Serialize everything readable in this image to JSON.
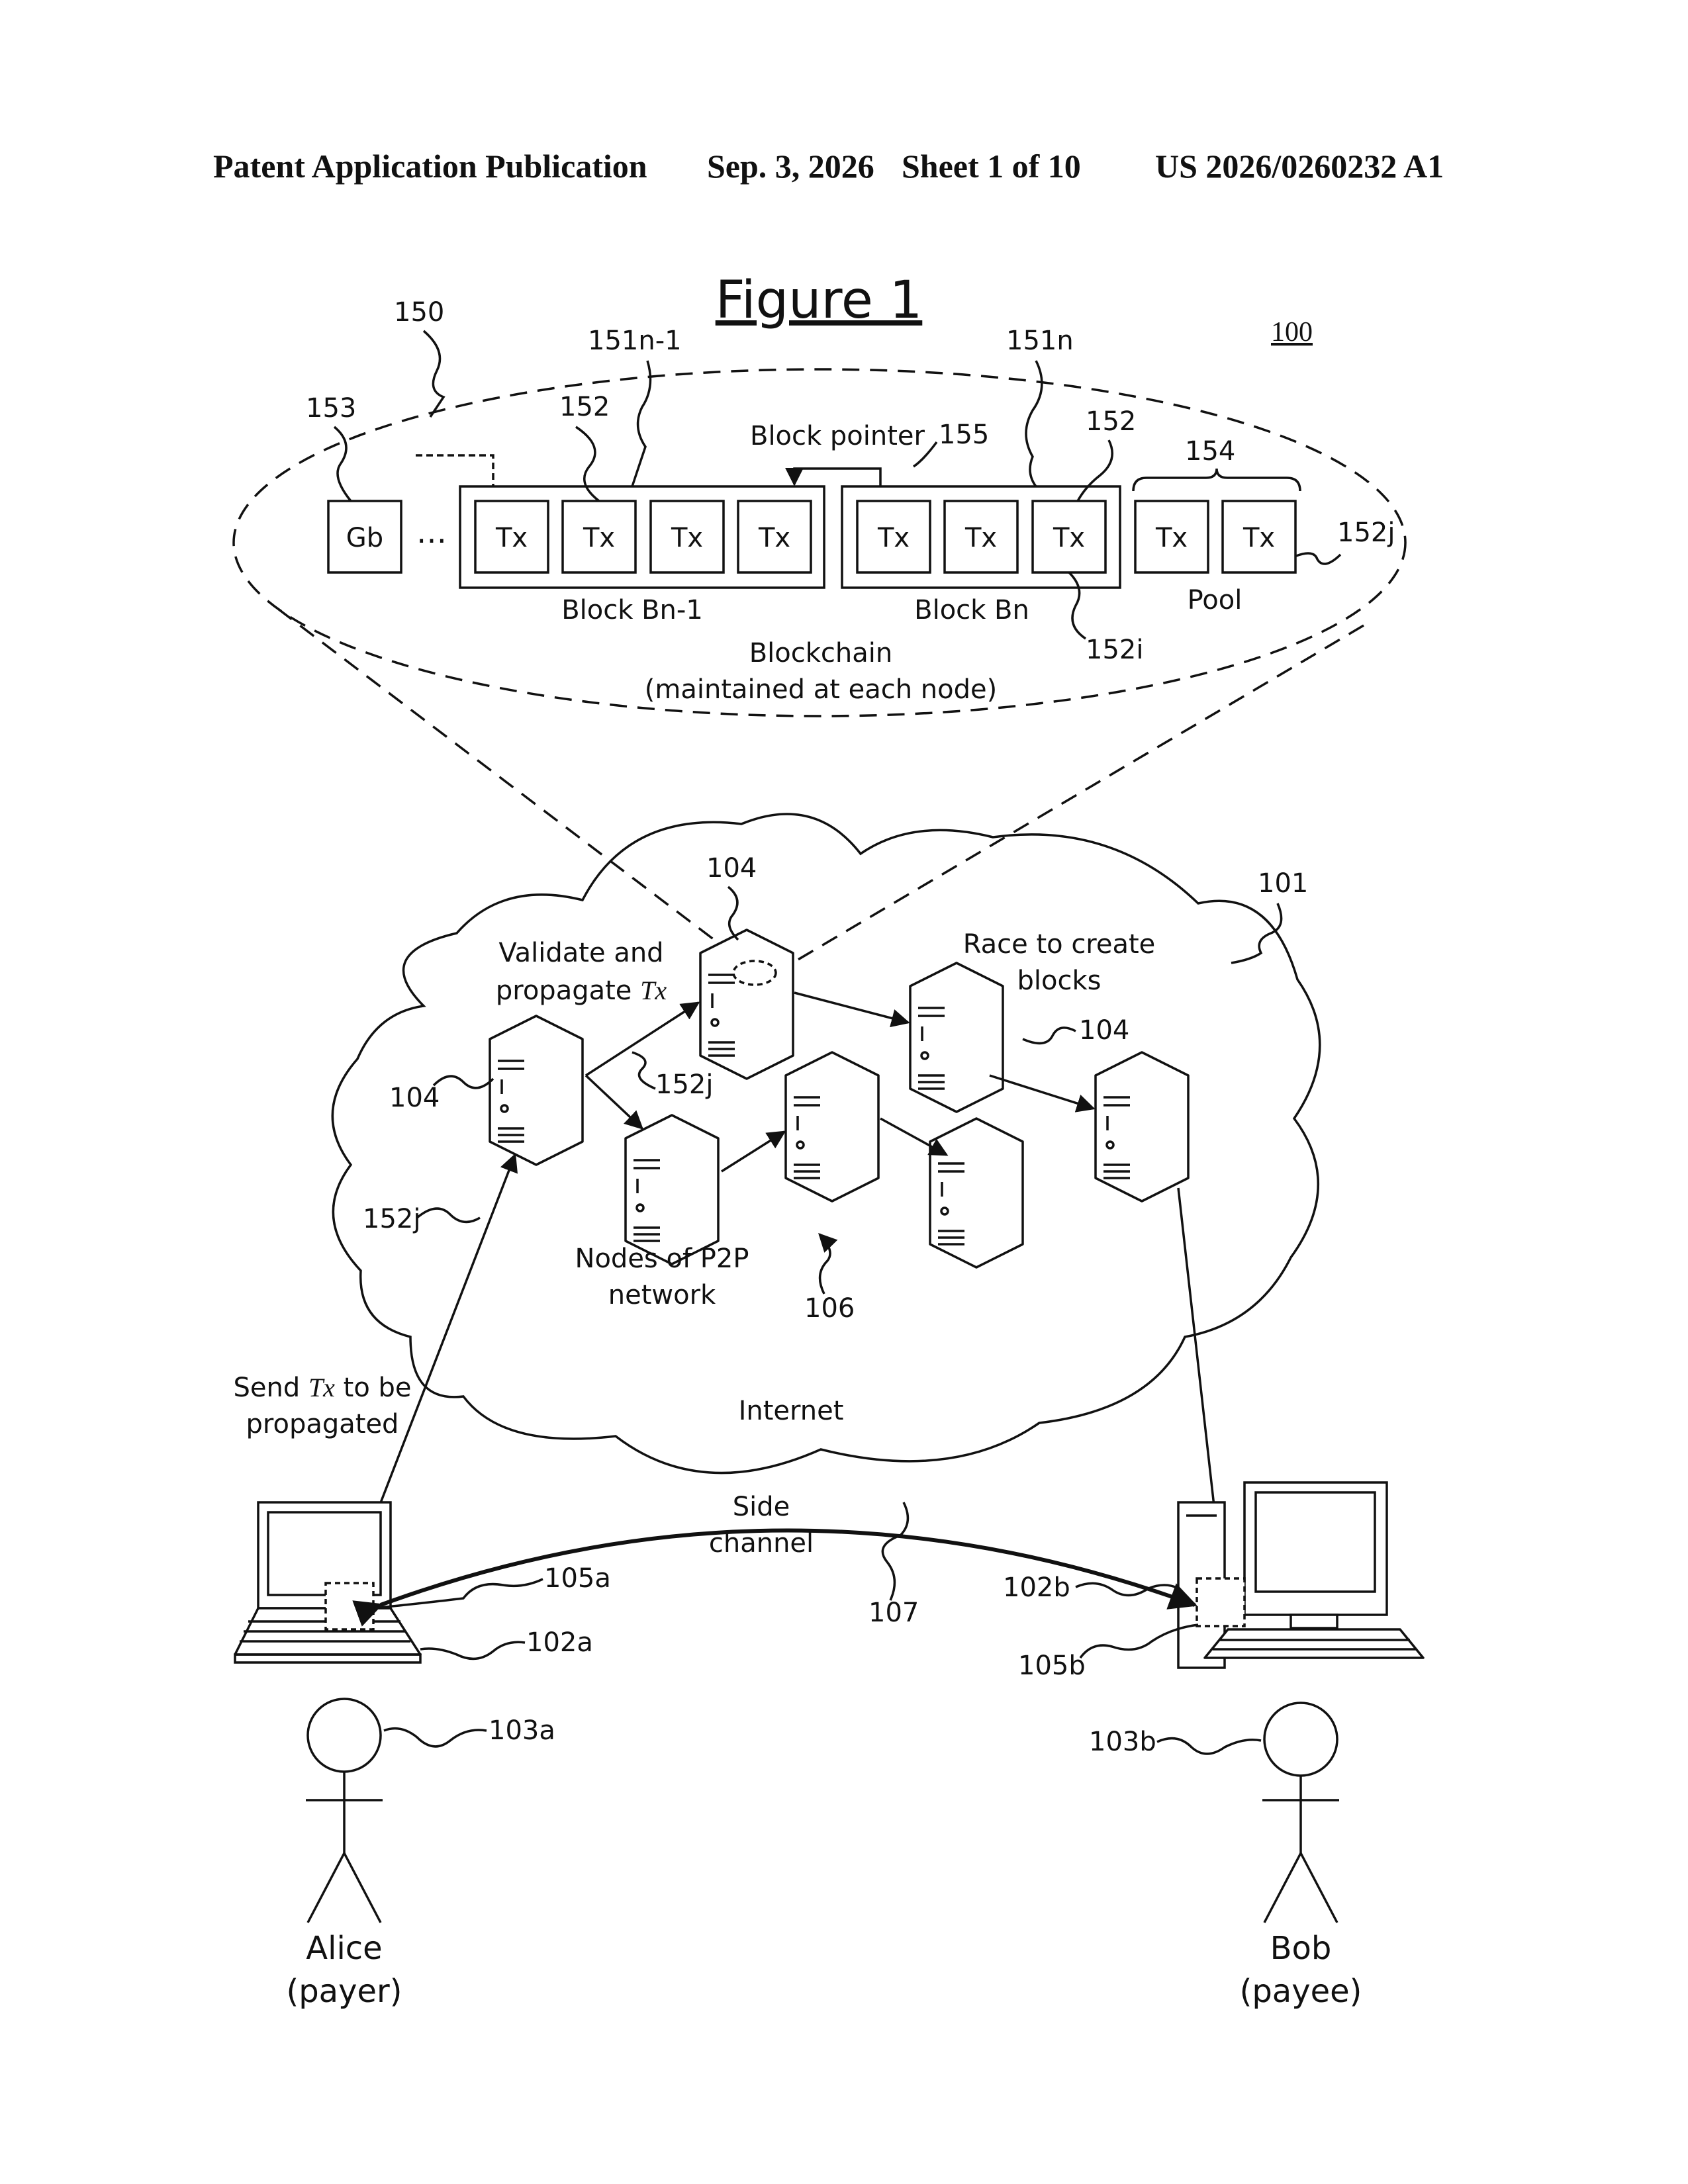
{
  "header": {
    "publication": "Patent Application Publication",
    "date": "Sep. 3, 2026",
    "sheet": "Sheet 1 of 10",
    "number": "US 2026/0260232 A1"
  },
  "figure": {
    "title": "Figure 1",
    "ref": "100"
  },
  "blockchain": {
    "ref_blockchain": "150",
    "ref_genesis": "153",
    "genesis_label": "Gb",
    "ellipsis": "…",
    "ref_block_prev": "151n-1",
    "ref_block_curr": "151n",
    "ref_tx_prev": "152",
    "ref_tx_curr": "152",
    "pointer_label": "Block pointer",
    "ref_pointer": "155",
    "ref_pool": "154",
    "ref_tx_j": "152j",
    "ref_tx_i": "152i",
    "tx_label": "Tx",
    "block_prev_label": "Block Bn-1",
    "block_curr_label": "Block Bn",
    "pool_label": "Pool",
    "caption_line1": "Blockchain",
    "caption_line2": "(maintained at each node)"
  },
  "network": {
    "ref_node_top": "104",
    "ref_network": "101",
    "validate_line1": "Validate and",
    "validate_line2": "propagate ",
    "tx_italic": "Tx",
    "race_line1": "Race to create",
    "race_line2": "blocks",
    "ref_node_right": "104",
    "ref_node_left": "104",
    "ref_tx_mid": "152j",
    "ref_tx_left": "152j",
    "nodes_line1": "Nodes of P2P",
    "nodes_line2": "network",
    "ref_p2p": "106",
    "internet_label": "Internet"
  },
  "users": {
    "send_line1a": "Send ",
    "send_tx": "Tx",
    "send_line1b": " to be",
    "send_line2": "propagated",
    "side_line1": "Side",
    "side_line2": "channel",
    "ref_side": "107",
    "ref_alice_app": "105a",
    "ref_alice_device": "102a",
    "ref_alice": "103a",
    "ref_bob_device": "102b",
    "ref_bob_app": "105b",
    "ref_bob": "103b",
    "alice_name": "Alice",
    "alice_role": "(payer)",
    "bob_name": "Bob",
    "bob_role": "(payee)"
  }
}
